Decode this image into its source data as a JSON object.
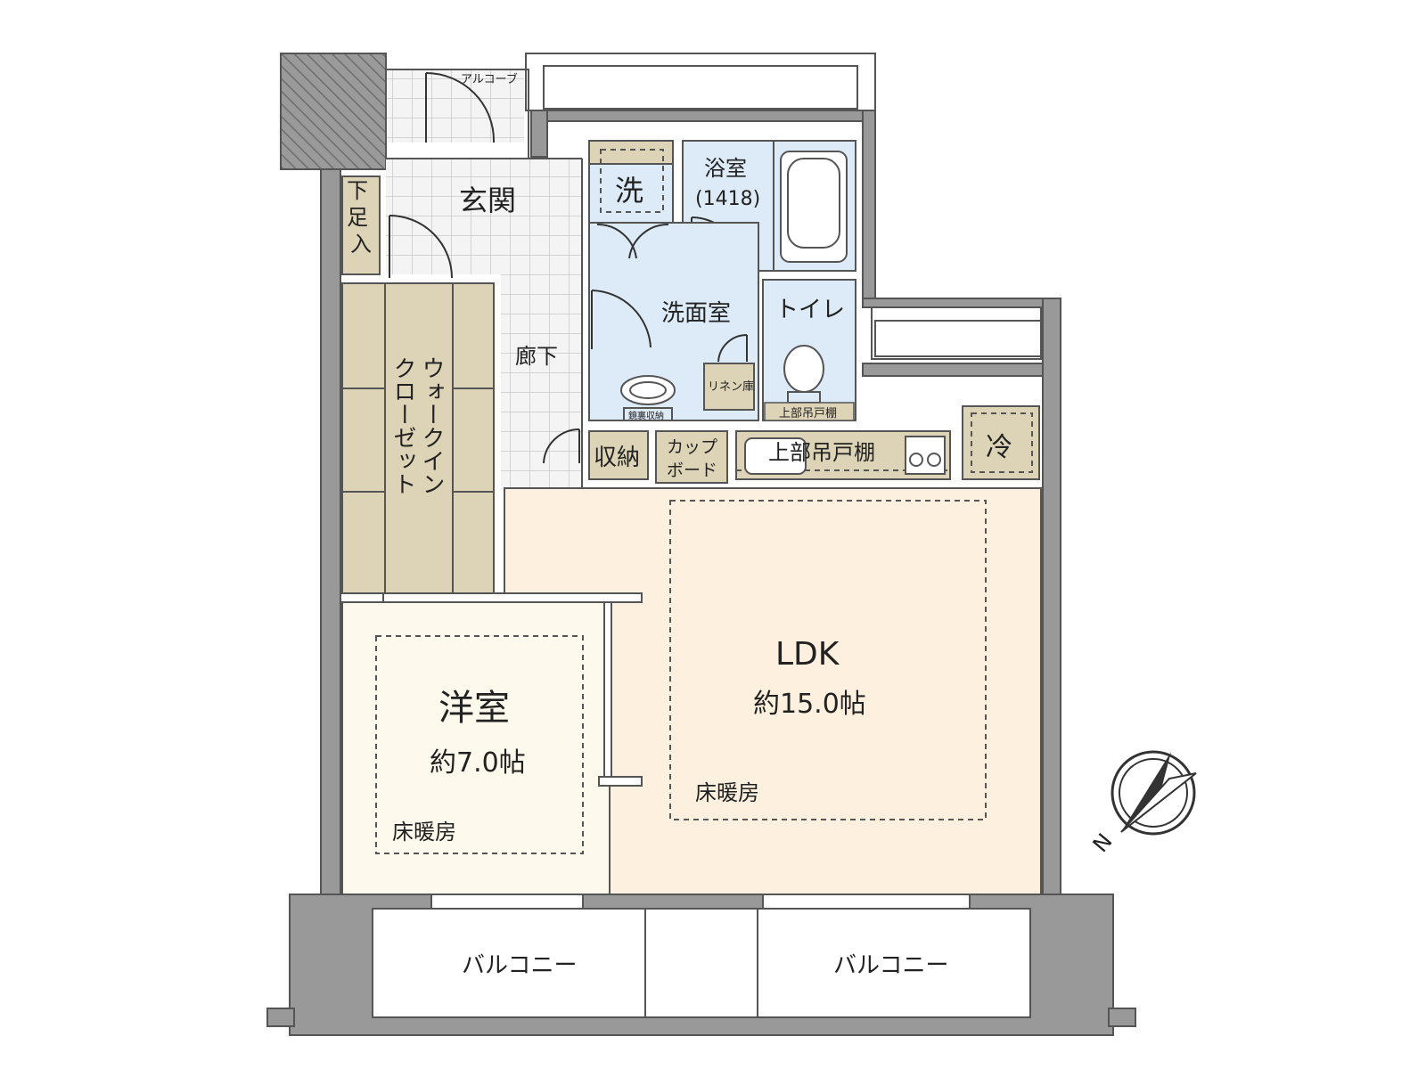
{
  "colors": {
    "wall": "#999999",
    "wall_dark": "#9a9a9a",
    "ldk_floor": "#fdf0df",
    "western_floor": "#fdf9ec",
    "wet_area": "#ddeaf7",
    "storage": "#ddd4b8",
    "tile": "#e8e8e8",
    "balcony": "#ffffff"
  },
  "rooms": {
    "alcove": "アルコーブ",
    "entrance": "玄関",
    "shoe_storage": "下足入",
    "walk_in_closet_line1": "ウォークイン",
    "walk_in_closet_line2": "クローゼット",
    "hallway": "廊下",
    "washer": "洗",
    "bathroom": "浴室",
    "bathroom_size": "(1418)",
    "washroom": "洗面室",
    "toilet": "トイレ",
    "linen": "リネン庫",
    "mirror_storage": "鏡裏収納",
    "toilet_shelf": "上部吊戸棚",
    "storage": "収納",
    "cupboard_line1": "カップ",
    "cupboard_line2": "ボード",
    "kitchen_shelf": "上部吊戸棚",
    "fridge": "冷",
    "ldk": "LDK",
    "ldk_size": "約15.0帖",
    "ldk_heating": "床暖房",
    "western": "洋室",
    "western_size": "約7.0帖",
    "western_heating": "床暖房",
    "balcony_left": "バルコニー",
    "balcony_right": "バルコニー"
  },
  "compass": {
    "label": "N",
    "icon": "compass-north-icon"
  }
}
